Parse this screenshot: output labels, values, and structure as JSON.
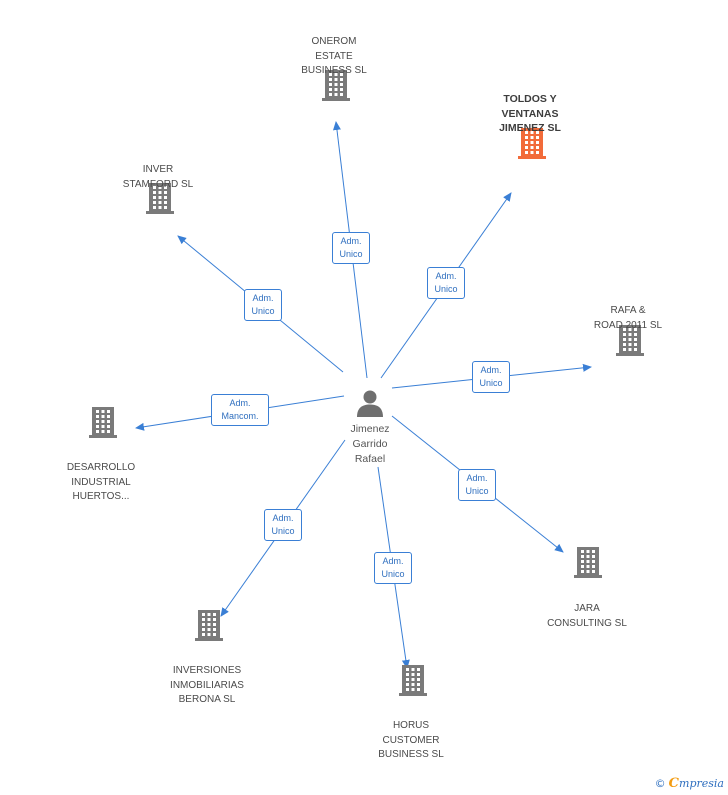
{
  "center": {
    "name": "Jimenez\nGarrido\nRafael"
  },
  "colors": {
    "edge": "#3a7fd5",
    "building": "#7a7a7a",
    "highlight": "#f26b3a"
  },
  "nodes": [
    {
      "id": "onerom",
      "label": "ONEROM\nESTATE\nBUSINESS  SL",
      "highlight": false,
      "relation": "Adm.\nUnico"
    },
    {
      "id": "toldos",
      "label": "TOLDOS Y\nVENTANAS\nJIMENEZ SL",
      "highlight": true,
      "relation": "Adm.\nUnico"
    },
    {
      "id": "inver",
      "label": "INVER\nSTAMFORD SL",
      "highlight": false,
      "relation": "Adm.\nUnico"
    },
    {
      "id": "rafa",
      "label": "RAFA &\nROAD 2011  SL",
      "highlight": false,
      "relation": "Adm.\nUnico"
    },
    {
      "id": "desarrollo",
      "label": "DESARROLLO\nINDUSTRIAL\nHUERTOS...",
      "highlight": false,
      "relation": "Adm.\nMancom."
    },
    {
      "id": "jara",
      "label": "JARA\nCONSULTING SL",
      "highlight": false,
      "relation": "Adm.\nUnico"
    },
    {
      "id": "inversiones",
      "label": "INVERSIONES\nINMOBILIARIAS\nBERONA SL",
      "highlight": false,
      "relation": "Adm.\nUnico"
    },
    {
      "id": "horus",
      "label": "HORUS\nCUSTOMER\nBUSINESS SL",
      "highlight": false,
      "relation": "Adm.\nUnico"
    }
  ],
  "footer": {
    "copyright": "©",
    "brand_first": "C",
    "brand_rest": "mpresia"
  }
}
